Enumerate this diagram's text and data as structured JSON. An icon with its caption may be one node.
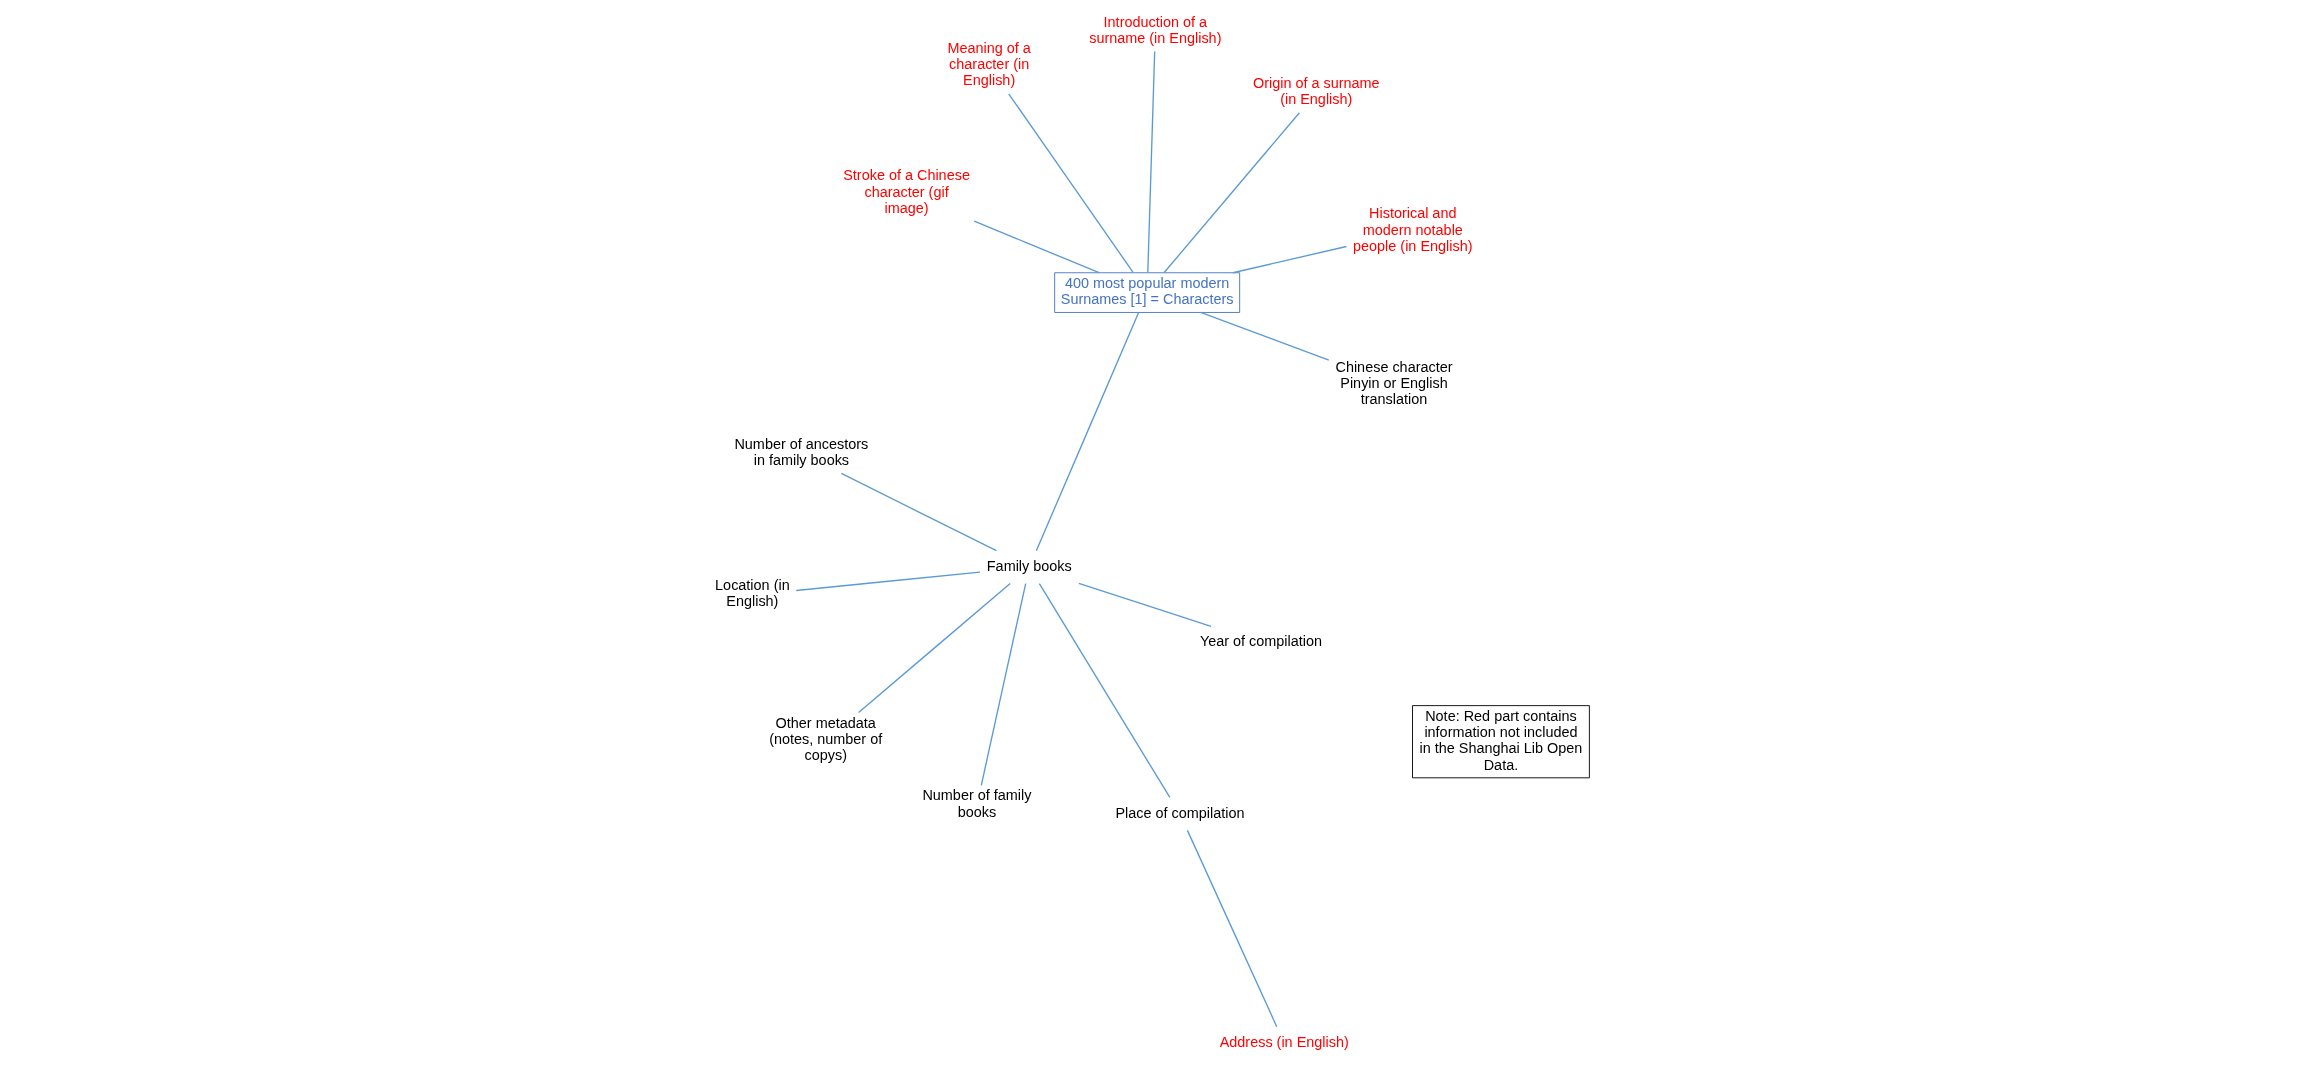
{
  "diagram": {
    "nodes": [
      {
        "text": [
          "400 most popular modern Surnames [1] = Characters"
        ]
      },
      {
        "text": [
          "Family books"
        ]
      },
      {
        "text": [
          "Number of family books"
        ]
      },
      {
        "text": [
          "Number of ancestors in family books"
        ]
      },
      {
        "text": [
          "Year of compilation"
        ]
      },
      {
        "text": [
          "Location (in English)"
        ]
      },
      {
        "text": [
          "Other metadata (notes, number of copys)"
        ]
      },
      {
        "text": [
          "Place of compilation"
        ]
      },
      {
        "text": [
          "Address (in English)"
        ]
      },
      {
        "text": [
          "Chinese character Pinyin or English translation"
        ]
      },
      {
        "text": [
          "Stroke of a Chinese character (gif image)"
        ]
      },
      {
        "text": [
          "Meaning of a character (in English)"
        ]
      },
      {
        "text": [
          "Historical and modern notable people (in English)"
        ]
      },
      {
        "text": [
          "Origin of a surname (in English)"
        ]
      },
      {
        "text": [
          "Introduction of a surname (in English)"
        ]
      },
      {
        "text": [
          "Note: Red part contains information not included in the Shanghai Lib Open Data."
        ]
      }
    ],
    "edges": [
      {
        "from": 1,
        "to": 0,
        "arrow": "none"
      },
      {
        "from": 2,
        "to": 1,
        "arrow": "none"
      },
      {
        "from": 3,
        "to": 1,
        "arrow": "none"
      },
      {
        "from": 4,
        "to": 1,
        "arrow": "none"
      },
      {
        "from": 5,
        "to": 1,
        "arrow": "none"
      },
      {
        "from": 6,
        "to": 1,
        "arrow": "none"
      },
      {
        "from": 7,
        "to": 1,
        "arrow": "none"
      },
      {
        "from": 8,
        "to": 7,
        "arrow": "none"
      },
      {
        "from": 9,
        "to": 0,
        "arrow": "none"
      },
      {
        "from": 10,
        "to": 0,
        "arrow": "none"
      },
      {
        "from": 11,
        "to": 0,
        "arrow": "none"
      },
      {
        "from": 12,
        "to": 0,
        "arrow": "none"
      },
      {
        "from": 13,
        "to": 0,
        "arrow": "none"
      },
      {
        "from": 14,
        "to": 0,
        "arrow": "none"
      }
    ]
  }
}
